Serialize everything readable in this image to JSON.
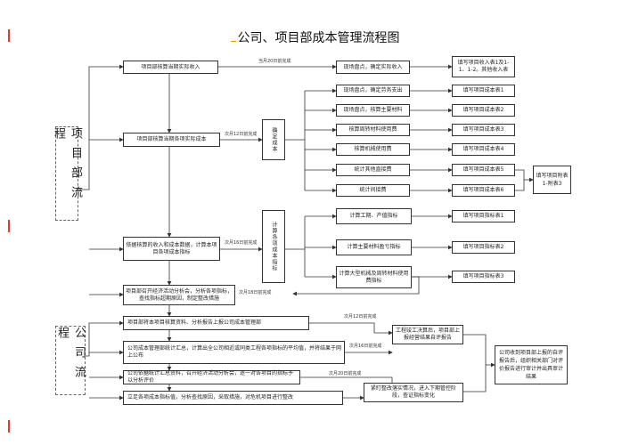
{
  "title": "公司、项目部成本管理流程图",
  "lanes": {
    "project": "项目部流程",
    "company": "公司流程"
  },
  "nodes": {
    "a1": "项目部核算当期实际收入",
    "a2": "现场盘点，确定实际收入",
    "a3": "填写项目收入表1及1-1、1-2。其他收入表",
    "b1": "项目部核算当期各项实际成本",
    "b2": "确定成本",
    "c1": "现场盘点，确定劳务支出",
    "c2": "现场盘点，核算主要材料",
    "c3": "核算周转材料使用费",
    "c4": "核算机械使用费",
    "c5": "统计其他直接费",
    "c6": "统计间接费",
    "d1": "填写项目成本表1",
    "d2": "填写项目成本表2",
    "d3": "填写项目成本表3",
    "d4": "填写项目成本表4",
    "d5": "填写项目成本表5",
    "d6": "填写项目成本表6",
    "d7": "填写项目附表1-附表3",
    "e1": "依据核算的收入和成本数据，计算本项目各项成本指标",
    "e2": "计算各项成本指标",
    "f1": "计算工期、产值指标",
    "f2": "计算主要材料盈亏指标",
    "f3": "计算大型机械及周转材料使用费指标",
    "g1": "填写项目指标表1",
    "g2": "填写项目指标表2",
    "g3": "填写项目指标表3",
    "h1": "项目部召开经济活动分析会，分析各项指标，查找指标超期原因，制定整改措施",
    "i1": "项目部将本项目核算资料、分析报告上报公司成本管理部",
    "i2": "公司成本管理部统计汇总，计算出全公司相近或同类工程各项指标的平均值，并将结果于网上公布",
    "i3": "公司依据统计汇总资料，召开经济活动分析会，逐一对各项目的指标予以分析评价",
    "i4": "立足各项成本指标值，分析查找原因，采取措施，对危机项目进行整改",
    "j1": "工程竣工决算后，项目部上报经营结果自评报告",
    "j2": "紧盯整改落实情况，进入下期管控阶段，查证指标变化",
    "k1": "公司收到项目部上报的自评报告后，组织相关部门对评价报告进行审计并出具审计结果"
  },
  "notes": {
    "n1": "当月20日前完成",
    "n2": "次月12日前完成",
    "n3": "次月16日前完成",
    "n4": "次月18日前完成",
    "n5": "次月12日前完成",
    "n6": "次月16日前完成",
    "n7": "次月20日前完成"
  },
  "colors": {
    "line": "#333333",
    "accent": "#e6a100",
    "margin_mark": "#e33333"
  }
}
